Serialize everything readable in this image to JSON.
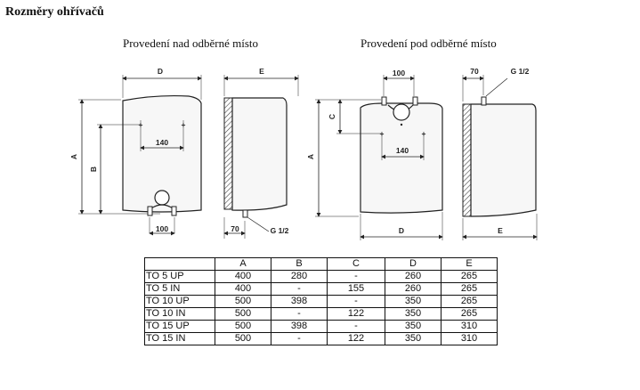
{
  "title": "Rozměry ohřívačů",
  "captions": {
    "left": "Provedení nad odběrné místo",
    "right": "Provedení pod odběrné místo"
  },
  "dimension_labels": {
    "left_front": {
      "D": "D",
      "A": "A",
      "B": "B",
      "c140": "140",
      "c100": "100"
    },
    "left_side": {
      "E": "E",
      "c70": "70",
      "g": "G 1/2"
    },
    "right_front": {
      "c100": "100",
      "C": "C",
      "c140": "140",
      "A": "A",
      "D": "D"
    },
    "right_side": {
      "c70": "70",
      "g": "G 1/2",
      "E": "E"
    }
  },
  "table": {
    "headers": [
      "",
      "A",
      "B",
      "C",
      "D",
      "E"
    ],
    "rows": [
      [
        "TO 5 UP",
        "400",
        "280",
        "-",
        "260",
        "265"
      ],
      [
        "TO 5 IN",
        "400",
        "-",
        "155",
        "260",
        "265"
      ],
      [
        "TO 10 UP",
        "500",
        "398",
        "-",
        "350",
        "265"
      ],
      [
        "TO 10 IN",
        "500",
        "-",
        "122",
        "350",
        "265"
      ],
      [
        "TO 15 UP",
        "500",
        "398",
        "-",
        "350",
        "310"
      ],
      [
        "TO 15 IN",
        "500",
        "-",
        "122",
        "350",
        "310"
      ]
    ]
  }
}
